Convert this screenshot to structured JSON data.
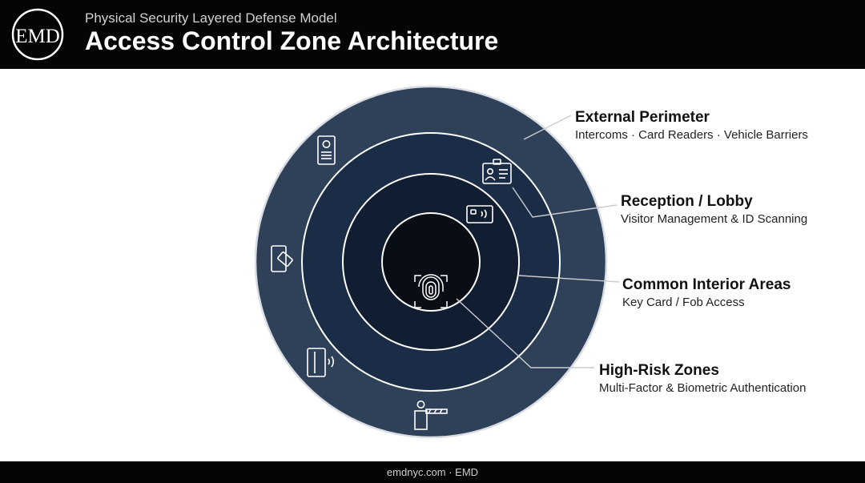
{
  "header": {
    "logo_text": "EMD",
    "subtitle": "Physical Security Layered Defense Model",
    "title": "Access Control Zone Architecture"
  },
  "zones": [
    {
      "name": "External Perimeter",
      "description": "Intercoms · Card Readers · Vehicle Barriers"
    },
    {
      "name": "Reception / Lobby",
      "description": "Visitor Management & ID Scanning"
    },
    {
      "name": "Common Interior Areas",
      "description": "Key Card / Fob Access"
    },
    {
      "name": "High-Risk Zones",
      "description": "Multi-Factor & Biometric Authentication"
    }
  ],
  "icons": [
    "intercom-icon",
    "id-badge-icon",
    "contactless-card-icon",
    "phone-key-card-icon",
    "card-reader-icon",
    "vehicle-barrier-icon",
    "fingerprint-icon"
  ],
  "colors": {
    "ring_outer": "#2f4158",
    "ring_2": "#1b2c46",
    "ring_3": "#111d30",
    "core": "#080d16"
  },
  "footer": {
    "text": "emdnyc.com · EMD"
  }
}
